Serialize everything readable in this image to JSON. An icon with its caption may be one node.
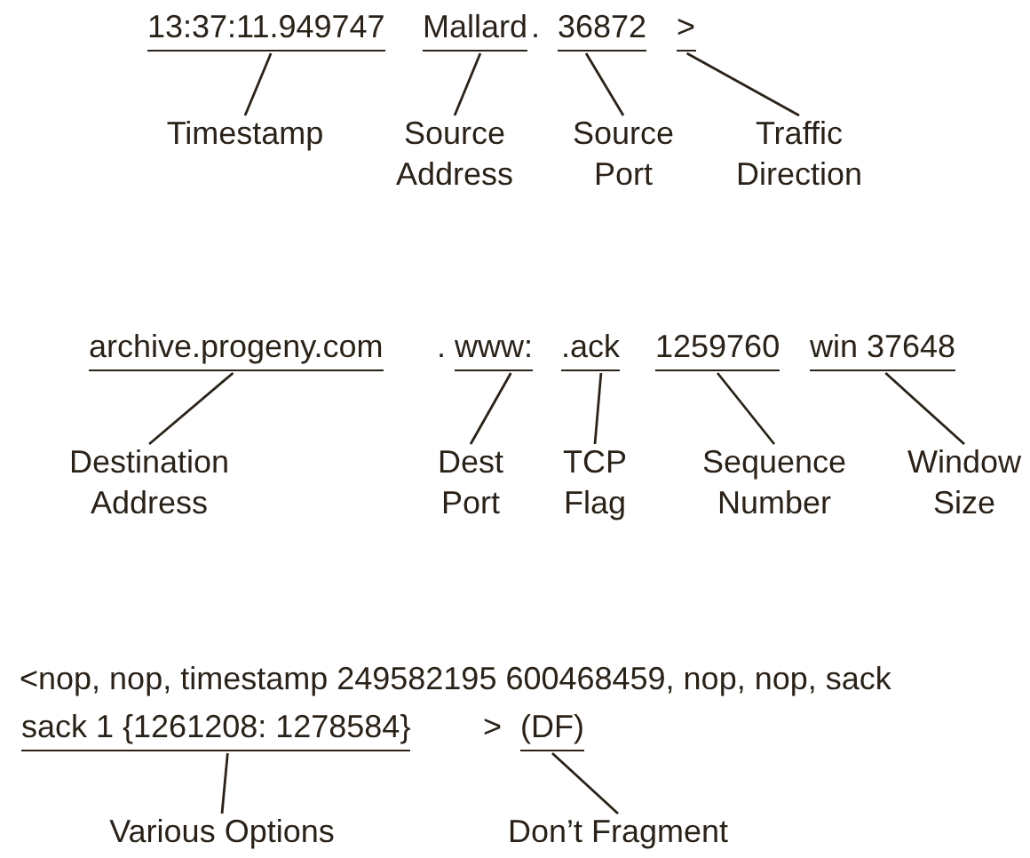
{
  "diagram": {
    "nodes": [
      {
        "text": [
          "13:37:11.949747"
        ]
      },
      {
        "text": [
          "Mallard"
        ]
      },
      {
        "text": [
          "36872"
        ]
      },
      {
        "text": [
          ">"
        ]
      },
      {
        "text": [
          "Timestamp"
        ]
      },
      {
        "text": [
          "Source Address"
        ]
      },
      {
        "text": [
          "Source Port"
        ]
      },
      {
        "text": [
          "Traffic Direction"
        ]
      },
      {
        "text": [
          "archive.progeny.com"
        ]
      },
      {
        "text": [
          "www:"
        ]
      },
      {
        "text": [
          ".ack"
        ]
      },
      {
        "text": [
          "1259760"
        ]
      },
      {
        "text": [
          "win 37648"
        ]
      },
      {
        "text": [
          "Destination Address"
        ]
      },
      {
        "text": [
          "Dest Port"
        ]
      },
      {
        "text": [
          "TCP Flag"
        ]
      },
      {
        "text": [
          "Sequence Number"
        ]
      },
      {
        "text": [
          "Window Size"
        ]
      },
      {
        "text": [
          "sack 1 {1261208: 1278584}"
        ]
      },
      {
        "text": [
          "(DF)"
        ]
      },
      {
        "text": [
          "Various Options"
        ]
      },
      {
        "text": [
          "Don’t Fragment"
        ]
      }
    ],
    "edges": [
      {
        "from": 4,
        "to": 0,
        "arrow": "none"
      },
      {
        "from": 5,
        "to": 1,
        "arrow": "none"
      },
      {
        "from": 6,
        "to": 2,
        "arrow": "none"
      },
      {
        "from": 7,
        "to": 3,
        "arrow": "none"
      },
      {
        "from": 13,
        "to": 8,
        "arrow": "none"
      },
      {
        "from": 14,
        "to": 9,
        "arrow": "none"
      },
      {
        "from": 15,
        "to": 10,
        "arrow": "none"
      },
      {
        "from": 16,
        "to": 11,
        "arrow": "none"
      },
      {
        "from": 17,
        "to": 12,
        "arrow": "none"
      },
      {
        "from": 20,
        "to": 18,
        "arrow": "none"
      },
      {
        "from": 21,
        "to": 19,
        "arrow": "none"
      }
    ],
    "labels": [
      ".",
      ".",
      "<nop, nop, timestamp 249582195 600468459, nop, nop, sack",
      ">"
    ]
  }
}
